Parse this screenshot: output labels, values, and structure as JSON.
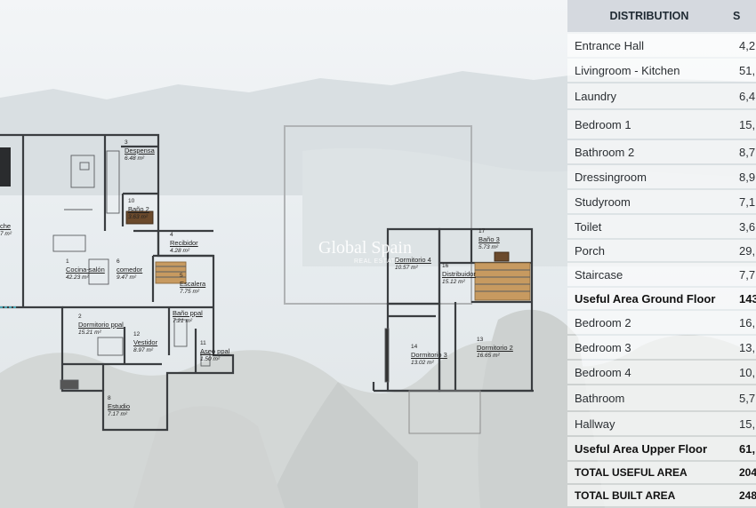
{
  "watermark": {
    "title": "Global Spain",
    "subtitle": "REAL ESTATE"
  },
  "ground_floor": {
    "rooms": [
      {
        "num": "",
        "name": "che",
        "area": "7 m²"
      },
      {
        "num": "3",
        "name": "Despensa",
        "area": "6.48 m²"
      },
      {
        "num": "10",
        "name": "Baño 2",
        "area": "3.63 m²"
      },
      {
        "num": "4",
        "name": "Recibidor",
        "area": "4.28 m²"
      },
      {
        "num": "1",
        "name": "Cocina-salón",
        "area": "42.23 m²"
      },
      {
        "num": "6",
        "name": "comedor",
        "area": "9.47 m²"
      },
      {
        "num": "5",
        "name": "Escalera",
        "area": "7.75 m²"
      },
      {
        "num": "",
        "name": "Baño ppal",
        "area": "7.21 m²"
      },
      {
        "num": "2",
        "name": "Dormitorio ppal",
        "area": "15.21 m²"
      },
      {
        "num": "12",
        "name": "Vestidor",
        "area": "8.97 m²"
      },
      {
        "num": "11",
        "name": "Aseo ppal",
        "area": "1.50 m²"
      },
      {
        "num": "8",
        "name": "Estudio",
        "area": "7.17 m²"
      }
    ]
  },
  "upper_floor": {
    "rooms": [
      {
        "num": "17",
        "name": "Baño 3",
        "area": "5.73 m²"
      },
      {
        "num": "",
        "name": "Dormitorio 4",
        "area": "10.57 m²"
      },
      {
        "num": "16",
        "name": "Distribuidor",
        "area": "15.12 m²"
      },
      {
        "num": "14",
        "name": "Dormitorio 3",
        "area": "13.02 m²"
      },
      {
        "num": "13",
        "name": "Dormitorio 2",
        "area": "16.65 m²"
      }
    ]
  },
  "table": {
    "header_distribution": "DISTRIBUTION",
    "header_second": "S",
    "rows": [
      {
        "name": "Entrance Hall",
        "value": "4,2"
      },
      {
        "name": "Livingroom - Kitchen",
        "value": "51,"
      },
      {
        "name": "Laundry",
        "value": "6,4"
      },
      {
        "name": "Bedroom 1",
        "value": "15,"
      },
      {
        "name": "Bathroom 2",
        "value": "8,7"
      },
      {
        "name": "Dressingroom",
        "value": "8,9"
      },
      {
        "name": "Studyroom",
        "value": "7,1"
      },
      {
        "name": "Toilet",
        "value": "3,6"
      },
      {
        "name": "Porch",
        "value": "29,"
      },
      {
        "name": "Staircase",
        "value": "7,7"
      },
      {
        "name": "Useful Area Ground Floor",
        "value": "143",
        "style": "bold"
      },
      {
        "name": "Bedroom 2",
        "value": "16,"
      },
      {
        "name": "Bedroom 3",
        "value": "13,"
      },
      {
        "name": "Bedroom 4",
        "value": "10,"
      },
      {
        "name": "Bathroom",
        "value": "5,7"
      },
      {
        "name": "Hallway",
        "value": "15,"
      },
      {
        "name": "Useful Area Upper Floor",
        "value": "61,",
        "style": "bold"
      },
      {
        "name": "TOTAL USEFUL AREA",
        "value": "204",
        "style": "total"
      },
      {
        "name": "TOTAL BUILT AREA",
        "value": "248",
        "style": "total"
      }
    ]
  }
}
